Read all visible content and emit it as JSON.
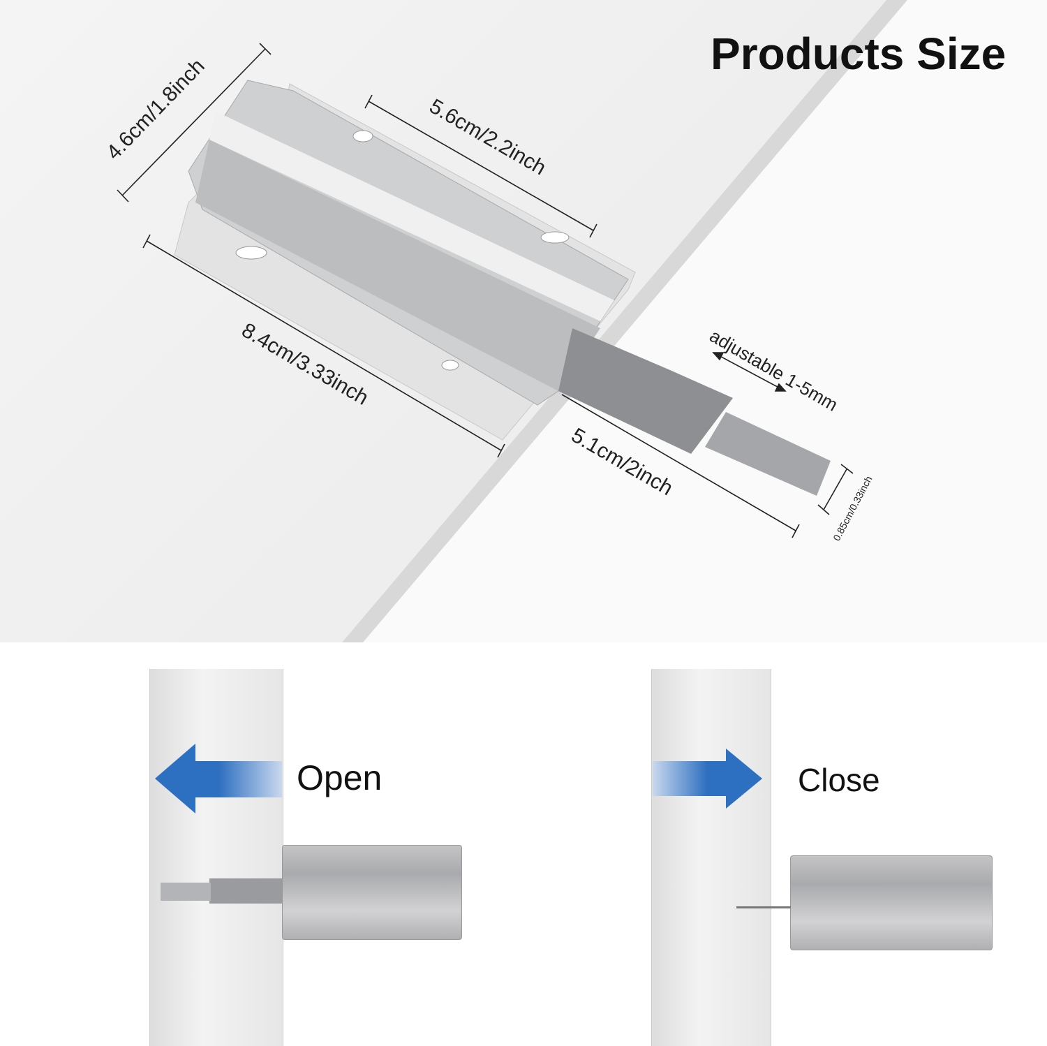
{
  "title": "Products Size",
  "dimensions": {
    "width": "4.6cm/1.8inch",
    "body_length": "5.6cm/2.2inch",
    "total_length": "8.4cm/3.33inch",
    "plunger_length": "5.1cm/2inch",
    "plunger_diameter": "0.85cm/0.33inch",
    "adjustable": "adjustable 1-5mm"
  },
  "usage": {
    "open_label": "Open",
    "close_label": "Close",
    "arrow_color": "#2d6fc0"
  }
}
